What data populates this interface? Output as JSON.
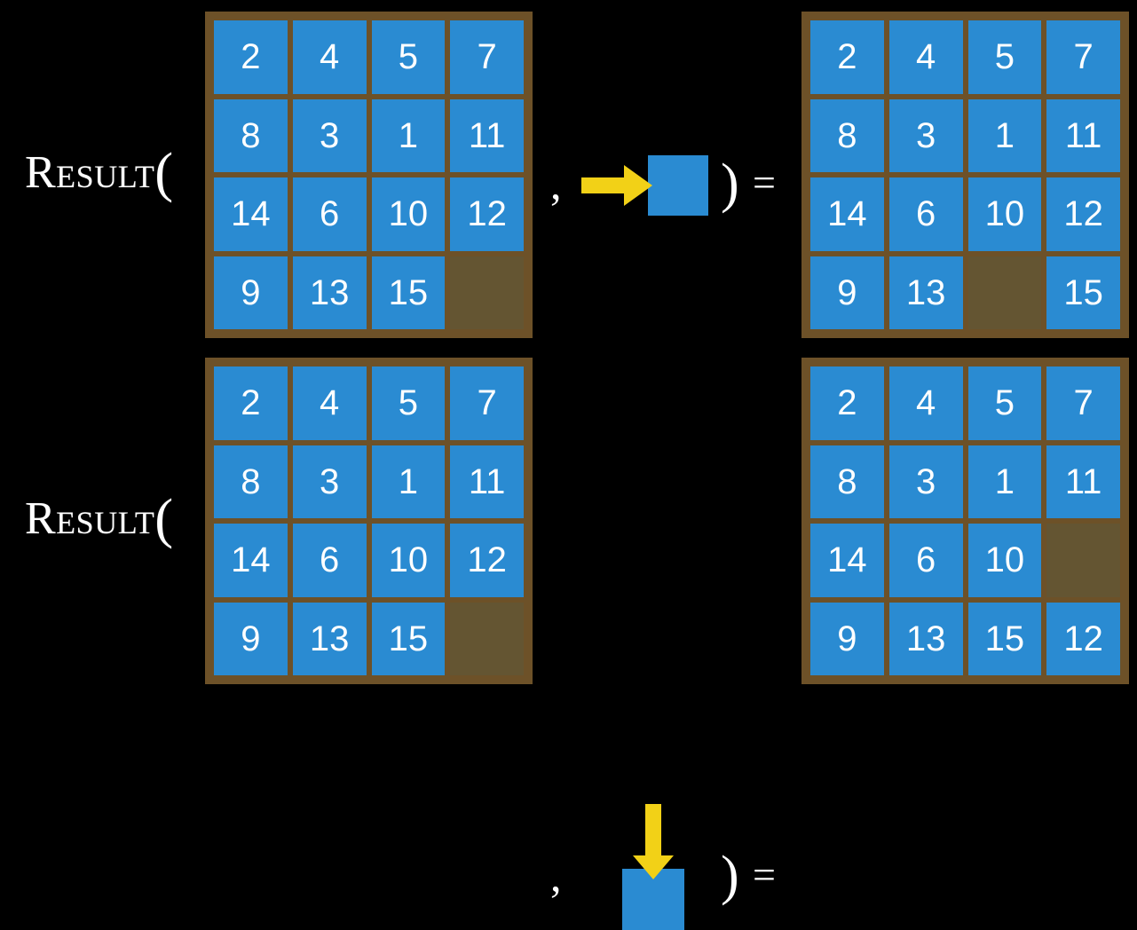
{
  "scene": {
    "background_color": "#000000",
    "tile_color": "#2a8bd2",
    "board_color": "#6d5128",
    "empty_cell_color": "#645532",
    "arrow_color": "#f2d117",
    "text_color": "#ffffff"
  },
  "symbols": {
    "result_word": "Result",
    "open_paren": "(",
    "comma": ",",
    "close_paren": ")",
    "equals": "="
  },
  "rows": [
    {
      "id": "row-right-move",
      "input_board": {
        "label": "input-state",
        "rows": [
          [
            "2",
            "4",
            "5",
            "7"
          ],
          [
            "8",
            "3",
            "1",
            "11"
          ],
          [
            "14",
            "6",
            "10",
            "12"
          ],
          [
            "9",
            "13",
            "15",
            ""
          ]
        ]
      },
      "action": {
        "direction": "right",
        "arrow_icon": "arrow-right-icon",
        "tile_label": ""
      },
      "output_board": {
        "label": "output-state",
        "rows": [
          [
            "2",
            "4",
            "5",
            "7"
          ],
          [
            "8",
            "3",
            "1",
            "11"
          ],
          [
            "14",
            "6",
            "10",
            "12"
          ],
          [
            "9",
            "13",
            "",
            "15"
          ]
        ]
      }
    },
    {
      "id": "row-down-move",
      "input_board": {
        "label": "input-state",
        "rows": [
          [
            "2",
            "4",
            "5",
            "7"
          ],
          [
            "8",
            "3",
            "1",
            "11"
          ],
          [
            "14",
            "6",
            "10",
            "12"
          ],
          [
            "9",
            "13",
            "15",
            ""
          ]
        ]
      },
      "action": {
        "direction": "down",
        "arrow_icon": "arrow-down-icon",
        "tile_label": ""
      },
      "output_board": {
        "label": "output-state",
        "rows": [
          [
            "2",
            "4",
            "5",
            "7"
          ],
          [
            "8",
            "3",
            "1",
            "11"
          ],
          [
            "14",
            "6",
            "10",
            ""
          ],
          [
            "9",
            "13",
            "15",
            "12"
          ]
        ]
      }
    }
  ]
}
